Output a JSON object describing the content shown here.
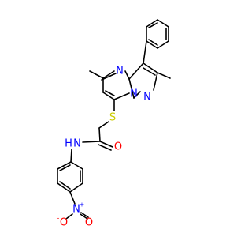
{
  "colors": {
    "background": "#ffffff",
    "bond": "#000000",
    "carbon": "#000000",
    "nitrogen": "#0000ff",
    "oxygen": "#ff0000",
    "sulfur": "#cccc00"
  },
  "atoms": {
    "n_ring_top": "N",
    "n_ring_lower": "N",
    "n_pyrazole": "N",
    "s_thioether": "S",
    "o_carbonyl": "O",
    "nh_amide": "N",
    "nh_amide_h": "H",
    "n_nitro": "N",
    "n_nitro_charge": "+",
    "o_nitro_left": "O",
    "o_nitro_left_charge": "-",
    "o_nitro_right": "O"
  }
}
